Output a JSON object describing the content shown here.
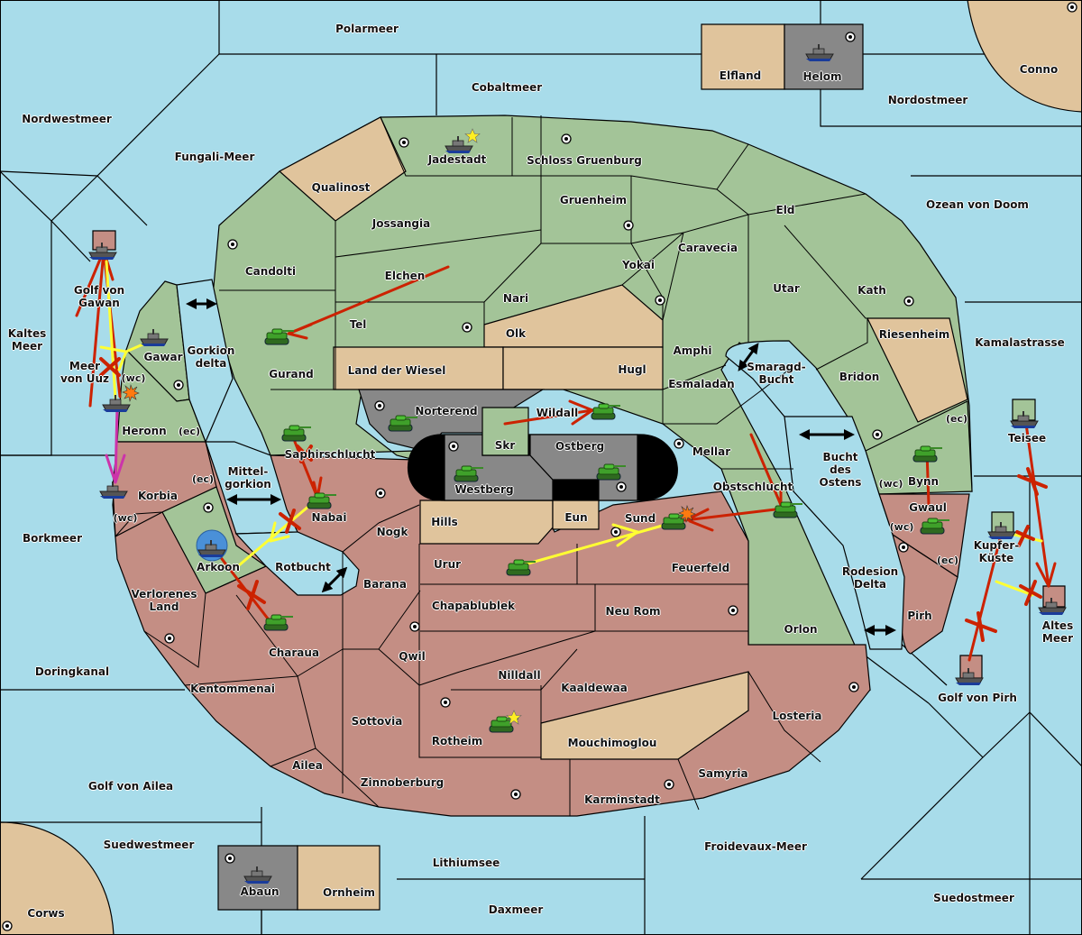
{
  "map": {
    "colors": {
      "sea": "#a8dcea",
      "green_power": "#a3c498",
      "red_power": "#c48e84",
      "neutral": "#e0c49c",
      "impassable": "#888888",
      "border": "#000000",
      "move_order": "#cc2200",
      "support_order": "#ffff33",
      "convoy_order": "#cc33aa"
    },
    "sea_regions": [
      {
        "name": "Polarmeer"
      },
      {
        "name": "Cobaltmeer"
      },
      {
        "name": "Nordwestmeer"
      },
      {
        "name": "Fungali-Meer"
      },
      {
        "name": "Nordostmeer"
      },
      {
        "name": "Ozean von Doom"
      },
      {
        "name": "Kamalastrasse"
      },
      {
        "name": "Kaltes\nMeer"
      },
      {
        "name": "Golf von\nGawan"
      },
      {
        "name": "Meer\nvon Uuz"
      },
      {
        "name": "Gorkion\ndelta"
      },
      {
        "name": "Borkmeer"
      },
      {
        "name": "Mittel-\ngorkion"
      },
      {
        "name": "Rotbucht"
      },
      {
        "name": "Smaragd-\nBucht"
      },
      {
        "name": "Bucht\ndes\nOstens"
      },
      {
        "name": "Rodesion\nDelta"
      },
      {
        "name": "Kupfer-\nKüste"
      },
      {
        "name": "Altes\nMeer"
      },
      {
        "name": "Golf von Pirh"
      },
      {
        "name": "Doringkanal"
      },
      {
        "name": "Golf von Ailea"
      },
      {
        "name": "Suedwestmeer"
      },
      {
        "name": "Lithiumsee"
      },
      {
        "name": "Daxmeer"
      },
      {
        "name": "Froidevaux-Meer"
      },
      {
        "name": "Suedostmeer"
      },
      {
        "name": "Teisee"
      }
    ],
    "green_territories": [
      "Jadestadt",
      "Schloss Gruenburg",
      "Gruenheim",
      "Jossangia",
      "Candolti",
      "Elchen",
      "Nari",
      "Yokai",
      "Caravecia",
      "Eld",
      "Utar",
      "Kath",
      "Tel",
      "Gurand",
      "Amphi",
      "Esmaladan",
      "Bridon",
      "Wildall",
      "Skr",
      "Mellar",
      "Obstschlucht",
      "Saphirschlucht",
      "Gawar",
      "Heronn",
      "Bynn",
      "Arkoon"
    ],
    "red_territories": [
      "Korbia",
      "Nabai",
      "Nogk",
      "Barana",
      "Urur",
      "Sund",
      "Feuerfeld",
      "Chapablublek",
      "Neu Rom",
      "Orlon",
      "Verlorenes\nLand",
      "Charaua",
      "Kentommenai",
      "Qwil",
      "Nilldall",
      "Kaaldewaa",
      "Sottovia",
      "Rotheim",
      "Losteria",
      "Ailea",
      "Zinnoberburg",
      "Karminstadt",
      "Samyria",
      "Gwaul",
      "Pirh"
    ],
    "neutral_territories": [
      "Qualinost",
      "Olk",
      "Land der Wiesel",
      "Hugl",
      "Riesenheim",
      "Hills",
      "Eun",
      "Mouchimoglou",
      "Elfland",
      "Ornheim",
      "Conno",
      "Corws"
    ],
    "impassable_territories": [
      "Helom",
      "Norterend",
      "Westberg",
      "Ostberg",
      "Abaun"
    ],
    "coast_tags": [
      "(wc)",
      "(ec)"
    ],
    "units": {
      "fleets": [
        "Jadestadt",
        "Helom",
        "Abaun",
        "Golf von Gawan",
        "Gawar",
        "Meer von Uuz",
        "Korbia",
        "Arkoon",
        "Teisee",
        "Kupfer-Küste",
        "Altes Meer",
        "Golf von Pirh"
      ],
      "armies": [
        "Gurand",
        "Norterend",
        "Wildall",
        "Saphirschlucht",
        "Nabai",
        "Westberg",
        "Ostberg",
        "Urur",
        "Sund",
        "Obstschlucht",
        "Bynn",
        "Gwaul",
        "Charaua",
        "Rotheim"
      ]
    },
    "supply_center_star_labels": [
      "Jadestadt",
      "Rotheim"
    ]
  }
}
